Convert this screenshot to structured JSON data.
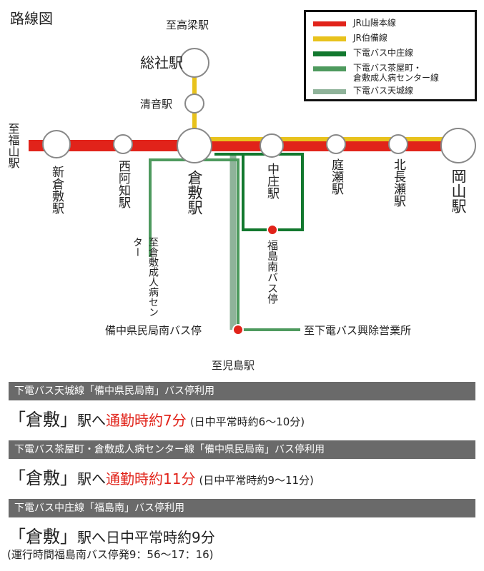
{
  "title": "路線図",
  "legend": [
    {
      "label": "JR山陽本線",
      "color": "#e1231a"
    },
    {
      "label": "JR伯備線",
      "color": "#e8c21c"
    },
    {
      "label": "下電バス中庄線",
      "color": "#12782e"
    },
    {
      "label": "下電バス茶屋町・\n倉敷成人病センター線",
      "color": "#4e9a5e"
    },
    {
      "label": "下電バス天城線",
      "color": "#8fb39a"
    }
  ],
  "destinations": {
    "takahashi": "至高梁駅",
    "fukuyama": "至福山駅",
    "kojima": "至児島駅",
    "hospital": "至倉敷成人病センター",
    "shimoden": "至下電バス興除営業所"
  },
  "stations": {
    "soja": "総社駅",
    "kiyone": "清音駅",
    "shin_kurashiki": "新倉敷駅",
    "nishiachi": "西阿知駅",
    "kurashiki": "倉敷駅",
    "nakasho": "中庄駅",
    "niwase": "庭瀬駅",
    "kitanagase": "北長瀬駅",
    "okayama": "岡山駅"
  },
  "bus_stops": {
    "fukushima_minami": "福島南バス停",
    "bicchu": "備中県民局南バス停"
  },
  "access": [
    {
      "header": "下電バス天城線「備中県民局南」バス停利用",
      "dest": "「倉敷」",
      "to": "駅へ",
      "time": "通勤時約7分",
      "note": "(日中平常時約6〜10分)"
    },
    {
      "header": "下電バス茶屋町・倉敷成人病センター線「備中県民局南」バス停利用",
      "dest": "「倉敷」",
      "to": "駅へ",
      "time": "通勤時約11分",
      "note": "(日中平常時約9〜11分)"
    },
    {
      "header": "下電バス中庄線「福島南」バス停利用",
      "dest": "「倉敷」",
      "to": "駅へ",
      "time": "日中平常時約9分",
      "note": "(運行時間福島南バス停発9：56〜17：16)"
    }
  ]
}
